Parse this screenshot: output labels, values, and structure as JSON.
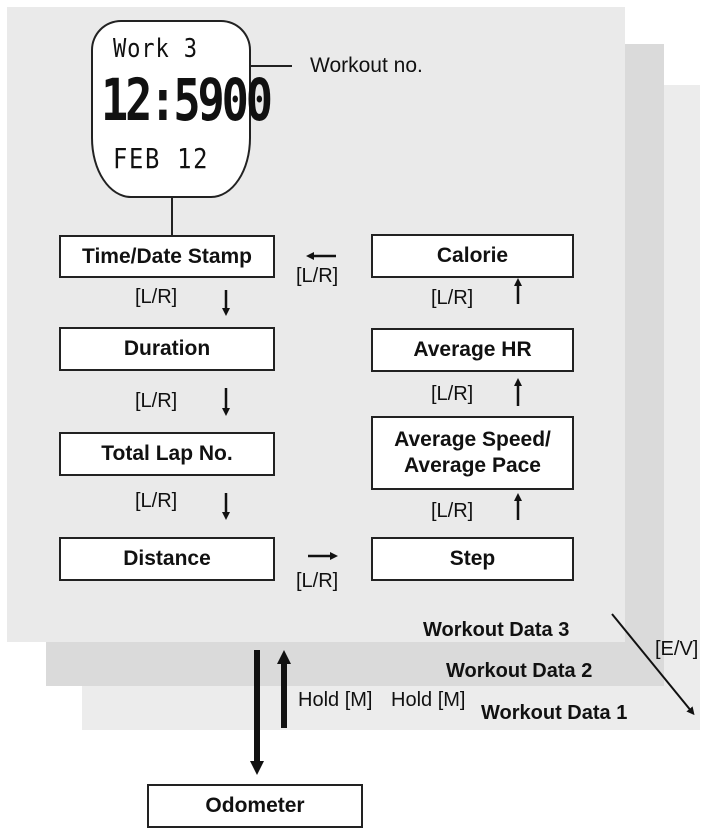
{
  "watch": {
    "line1": "Work  3",
    "line2": "12:5900",
    "line3": "FEB 12"
  },
  "callout": "Workout no.",
  "left_column": [
    "Time/Date Stamp",
    "Duration",
    "Total Lap No.",
    "Distance"
  ],
  "right_column": [
    "Calorie",
    "Average HR",
    "Average Speed/ Average Pace",
    "Step"
  ],
  "key_lr": "[L/R]",
  "key_ev": "[E/V]",
  "sheets": [
    "Workout Data 3",
    "Workout Data 2",
    "Workout Data 1"
  ],
  "hold_label_1": "Hold [M]",
  "hold_label_2": "Hold [M]",
  "odometer": "Odometer"
}
